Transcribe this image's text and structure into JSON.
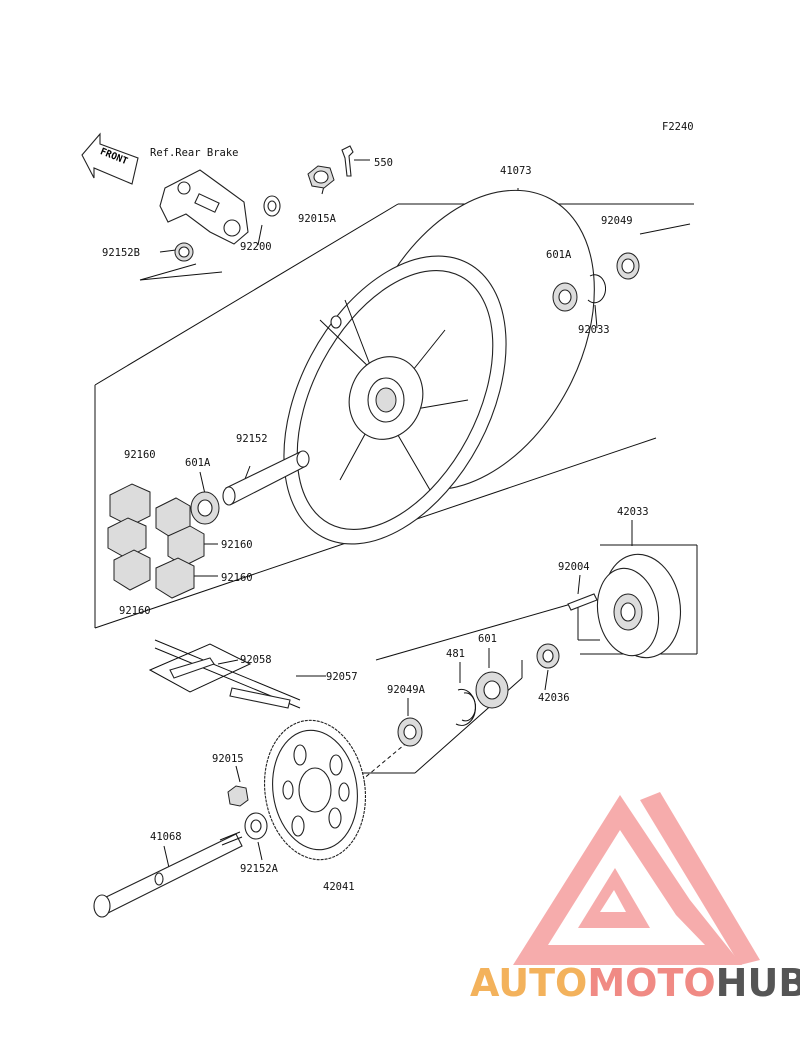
{
  "diagram_code": "F2240",
  "front_label": "FRONT",
  "ref_label": "Ref.Rear Brake",
  "parts": {
    "p550": "550",
    "p41073": "41073",
    "p92015A": "92015A",
    "p92049": "92049",
    "p92200": "92200",
    "p92152B": "92152B",
    "p601A_top": "601A",
    "p92033": "92033",
    "p92152": "92152",
    "p92160_a": "92160",
    "p601A_left": "601A",
    "p92160_b": "92160",
    "p92160_c": "92160",
    "p92160_d": "92160",
    "p42033": "42033",
    "p92004": "92004",
    "p92058": "92058",
    "p92057": "92057",
    "p481": "481",
    "p601": "601",
    "p92049A": "92049A",
    "p42036": "42036",
    "p92015": "92015",
    "p41068": "41068",
    "p92152A": "92152A",
    "p42041": "42041"
  },
  "watermark": {
    "part1": "AUTO",
    "part2": "MOTO",
    "part3": "HUB",
    "color1": "#f3b25c",
    "color2": "#f08a84",
    "color3": "#555555",
    "logo_color": "#f06a6a"
  }
}
